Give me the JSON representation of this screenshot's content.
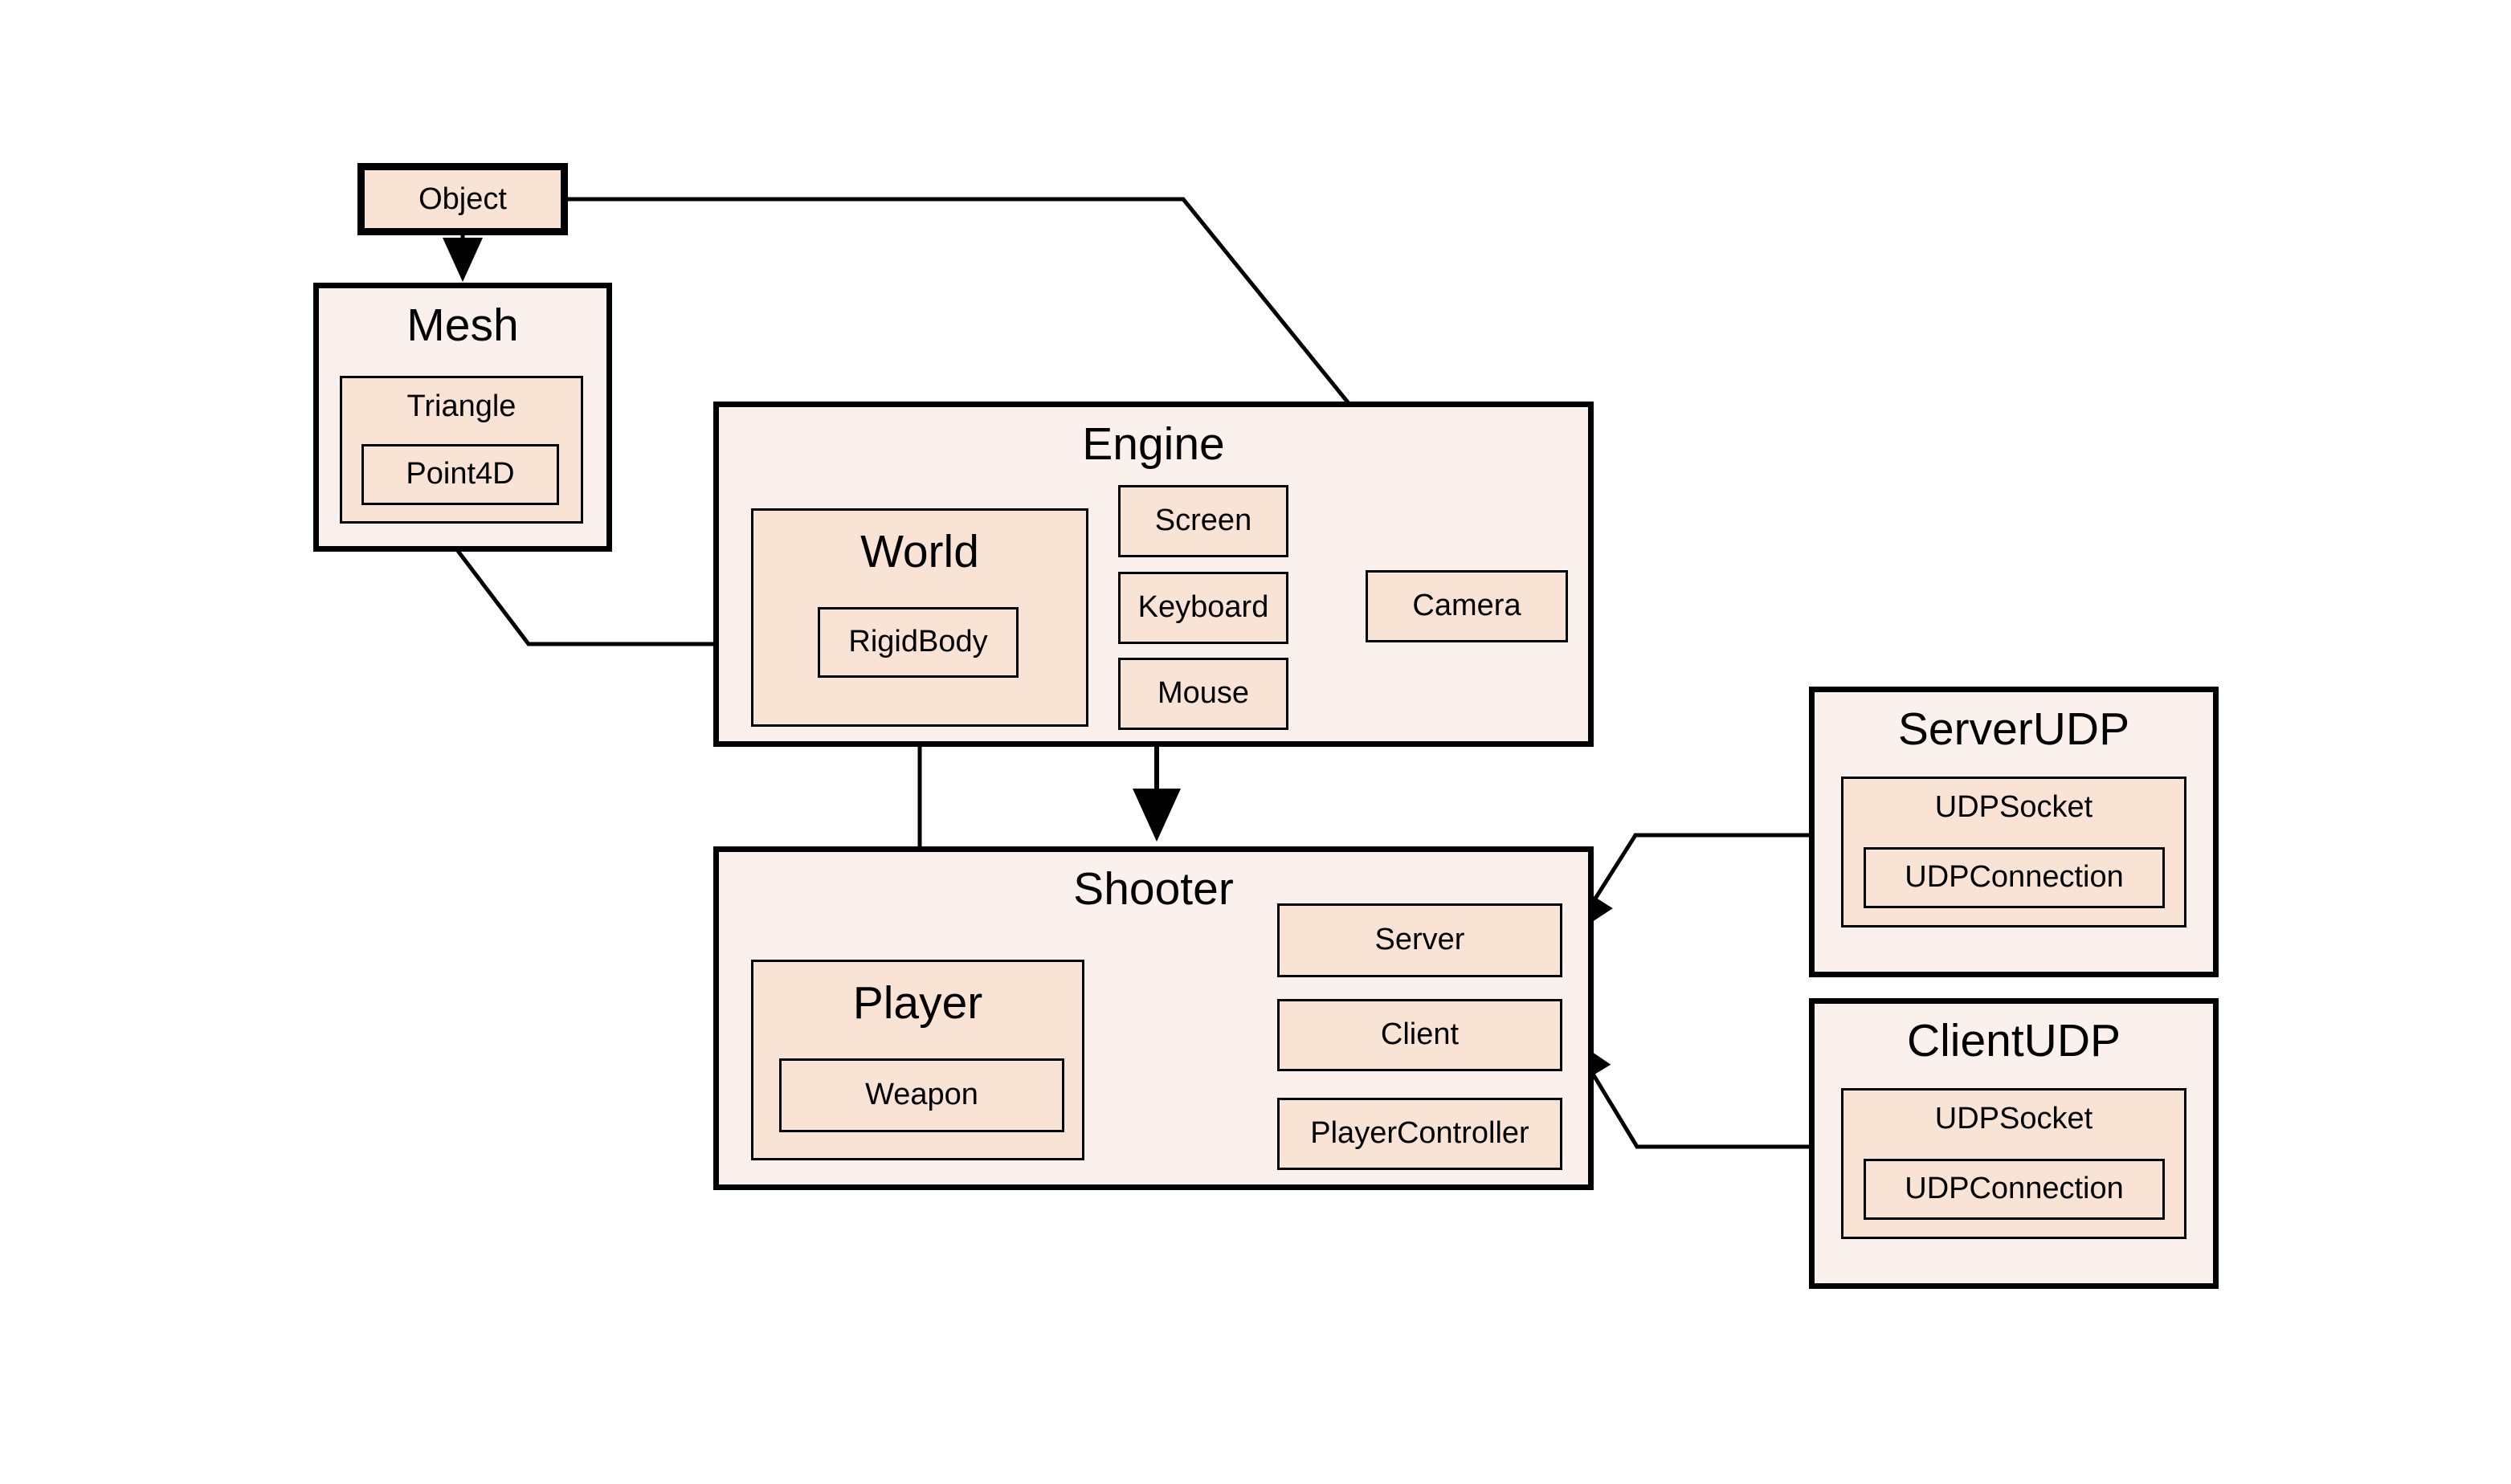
{
  "diagram": {
    "title": "Game engine architecture class diagram",
    "background_color": "#FFFFFF",
    "group_fill": "#FAF1EC",
    "member_fill": "#F8E3D5",
    "border_color": "#000000"
  },
  "nodes": {
    "object": {
      "label": "Object"
    },
    "mesh": {
      "label": "Mesh"
    },
    "triangle": {
      "label": "Triangle"
    },
    "point4d": {
      "label": "Point4D"
    },
    "engine": {
      "label": "Engine"
    },
    "world": {
      "label": "World"
    },
    "rigidbody": {
      "label": "RigidBody"
    },
    "screen": {
      "label": "Screen"
    },
    "keyboard": {
      "label": "Keyboard"
    },
    "mouse": {
      "label": "Mouse"
    },
    "camera": {
      "label": "Camera"
    },
    "shooter": {
      "label": "Shooter"
    },
    "player": {
      "label": "Player"
    },
    "weapon": {
      "label": "Weapon"
    },
    "server": {
      "label": "Server"
    },
    "client": {
      "label": "Client"
    },
    "playercontroller": {
      "label": "PlayerController"
    },
    "serverudp": {
      "label": "ServerUDP"
    },
    "serverudp_socket": {
      "label": "UDPSocket"
    },
    "serverudp_connection": {
      "label": "UDPConnection"
    },
    "clientudp": {
      "label": "ClientUDP"
    },
    "clientudp_socket": {
      "label": "UDPSocket"
    },
    "clientudp_connection": {
      "label": "UDPConnection"
    }
  },
  "edges": [
    {
      "from": "object",
      "to": "mesh",
      "arrow": true
    },
    {
      "from": "object",
      "to": "camera",
      "arrow": true
    },
    {
      "from": "mesh",
      "to": "rigidbody",
      "arrow": true
    },
    {
      "from": "rigidbody",
      "to": "player",
      "arrow": true
    },
    {
      "from": "engine",
      "to": "shooter",
      "arrow": true
    },
    {
      "from": "serverudp",
      "to": "server",
      "arrow": true
    },
    {
      "from": "clientudp",
      "to": "client",
      "arrow": true
    }
  ]
}
